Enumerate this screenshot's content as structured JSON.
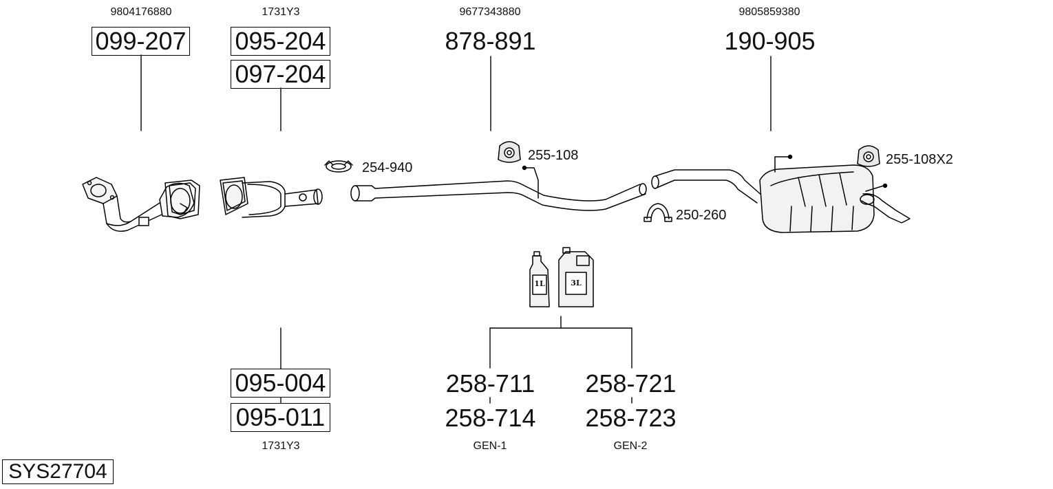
{
  "system_code": "SYS27704",
  "refs": {
    "r1": "9804176880",
    "r2": "1731Y3",
    "r3": "9677343880",
    "r4": "9805859380",
    "r5": "1731Y3",
    "r6": "GEN-1",
    "r7": "GEN-2"
  },
  "parts": {
    "p099_207": "099-207",
    "p095_204": "095-204",
    "p097_204": "097-204",
    "p878_891": "878-891",
    "p190_905": "190-905",
    "p095_004": "095-004",
    "p095_011": "095-011",
    "p258_711": "258-711",
    "p258_714": "258-714",
    "p258_721": "258-721",
    "p258_723": "258-723"
  },
  "accessories": {
    "a254_940": "254-940",
    "a255_108": "255-108",
    "a255_108x2": "255-108X2",
    "a250_260": "250-260"
  },
  "containers": {
    "small": "1L",
    "large": "3L"
  }
}
